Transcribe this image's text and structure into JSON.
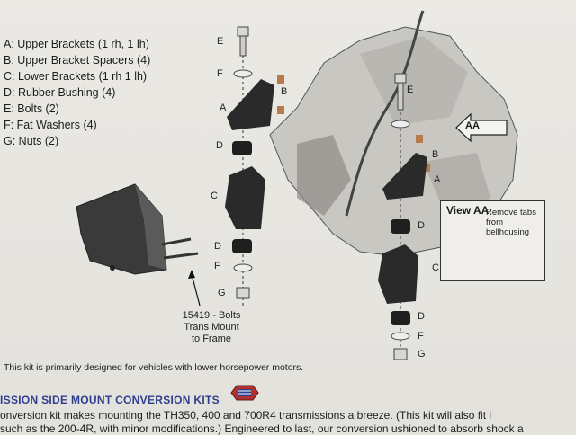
{
  "legend": [
    "A: Upper Brackets (1 rh, 1 lh)",
    "B: Upper Bracket Spacers (4)",
    "C: Lower Brackets (1 rh 1 lh)",
    "D: Rubber Bushing (4)",
    "E: Bolts (2)",
    "F: Fat Washers (4)",
    "G: Nuts (2)"
  ],
  "diagram": {
    "left_labels": {
      "E": "E",
      "F": "F",
      "B": "B",
      "A": "A",
      "D1": "D",
      "C": "C",
      "D2": "D",
      "F2": "F",
      "G": "G"
    },
    "right_labels": {
      "E": "E",
      "B": "B",
      "A": "A",
      "D1": "D",
      "C": "C",
      "D2": "D",
      "F": "F",
      "G": "G"
    },
    "view_arrow": "AA",
    "bolt_caption": [
      "15419 - Bolts",
      "Trans Mount",
      "to Frame"
    ],
    "view_box": {
      "title": "View AA",
      "note": "Remove tabs from bellhousing"
    }
  },
  "footnote": "This kit is primarily designed for vehicles with lower horsepower motors.",
  "section_heading": "ISSION SIDE MOUNT CONVERSION KITS",
  "body_lines": [
    "onversion kit makes mounting the TH350, 400 and 700R4 transmissions a breeze. (This kit will also fit l",
    "such as the 200-4R, with minor modifications.) Engineered to last, our conversion      ushioned to absorb shock a"
  ],
  "colors": {
    "heading": "#2f3f8f",
    "bracket": "#2a2a2a",
    "spacer": "#b87a4b"
  }
}
